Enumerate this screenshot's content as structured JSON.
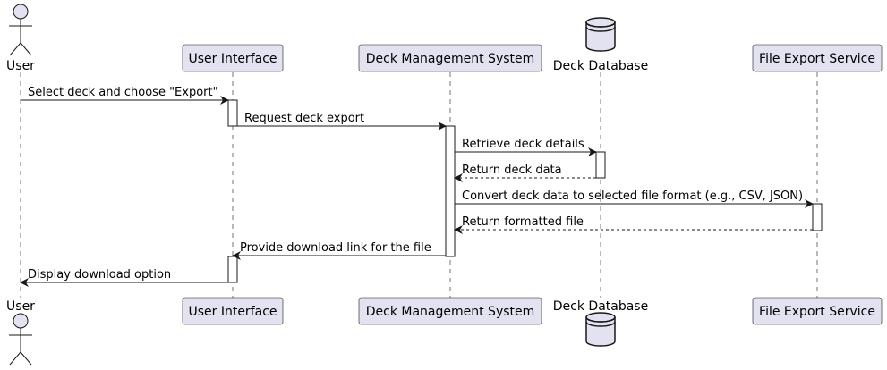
{
  "diagram": {
    "type": "sequence",
    "participants": [
      {
        "id": "user",
        "label": "User",
        "kind": "actor"
      },
      {
        "id": "ui",
        "label": "User Interface",
        "kind": "participant"
      },
      {
        "id": "dms",
        "label": "Deck Management System",
        "kind": "participant"
      },
      {
        "id": "db",
        "label": "Deck Database",
        "kind": "database"
      },
      {
        "id": "fes",
        "label": "File Export Service",
        "kind": "participant"
      }
    ],
    "messages": [
      {
        "from": "user",
        "to": "ui",
        "label": "Select deck and choose \"Export\"",
        "style": "solid"
      },
      {
        "from": "ui",
        "to": "dms",
        "label": "Request deck export",
        "style": "solid"
      },
      {
        "from": "dms",
        "to": "db",
        "label": "Retrieve deck details",
        "style": "solid"
      },
      {
        "from": "db",
        "to": "dms",
        "label": "Return deck data",
        "style": "dashed"
      },
      {
        "from": "dms",
        "to": "fes",
        "label": "Convert deck data to selected file format (e.g., CSV, JSON)",
        "style": "solid"
      },
      {
        "from": "fes",
        "to": "dms",
        "label": "Return formatted file",
        "style": "dashed"
      },
      {
        "from": "dms",
        "to": "ui",
        "label": "Provide download link for the file",
        "style": "solid"
      },
      {
        "from": "ui",
        "to": "user",
        "label": "Display download option",
        "style": "solid"
      }
    ],
    "colors": {
      "participant_fill": "#E2E2F0",
      "participant_border": "#181818",
      "lifeline": "#181818",
      "activation_fill": "#FFFFFF"
    }
  }
}
